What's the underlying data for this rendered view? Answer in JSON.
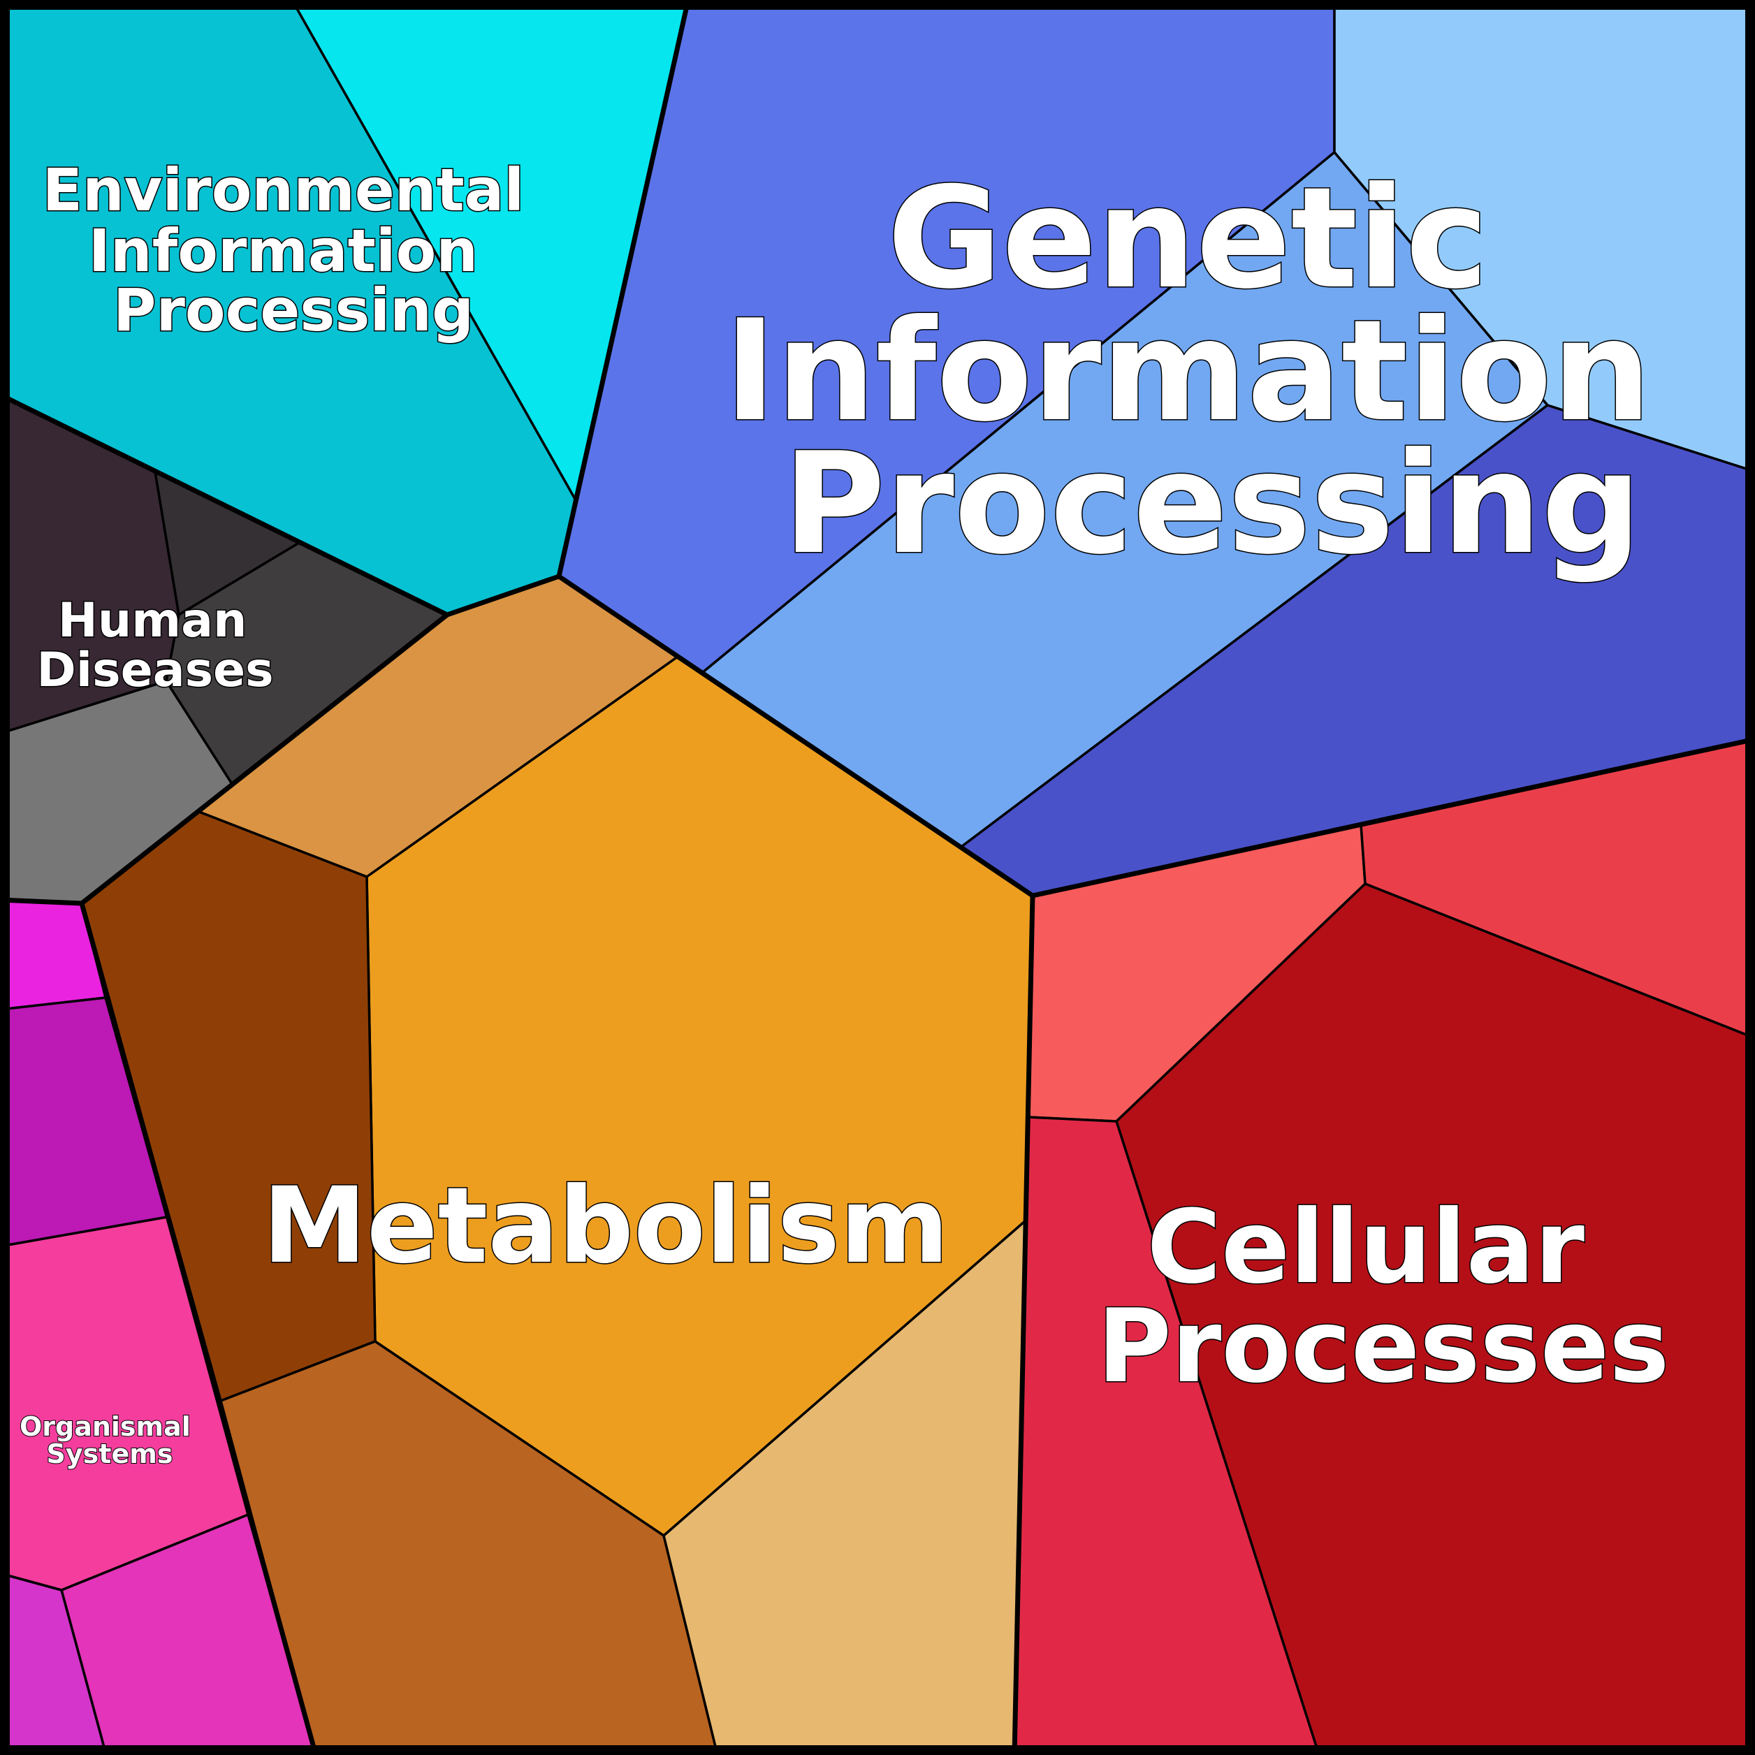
{
  "groups": {
    "environmental": {
      "label_lines": [
        "Environmental",
        "Information",
        "Processing"
      ],
      "colors": [
        "#07c2d3",
        "#06e6ee"
      ]
    },
    "genetic": {
      "label_lines": [
        "Genetic",
        "Information",
        "Processing"
      ],
      "colors": [
        "#5b74e9",
        "#92cbfb",
        "#72a8f2",
        "#4a52c9"
      ]
    },
    "human_diseases": {
      "label_lines": [
        "Human",
        "Diseases"
      ],
      "colors": [
        "#372833",
        "#353034",
        "#403d3f",
        "#777777"
      ]
    },
    "metabolism": {
      "label_lines": [
        "Metabolism"
      ],
      "colors": [
        "#da9443",
        "#ed9e1f",
        "#8f3f05",
        "#b96420",
        "#e7b86f"
      ]
    },
    "cellular": {
      "label_lines": [
        "Cellular",
        "Processes"
      ],
      "colors": [
        "#f75b5b",
        "#ea3f4a",
        "#b40f17",
        "#e12947"
      ]
    },
    "organismal": {
      "label_lines": [
        "Organismal",
        "Systems"
      ],
      "colors": [
        "#ea23e0",
        "#bc19b5",
        "#f43d9d",
        "#e434b9",
        "#d535cb"
      ]
    }
  }
}
